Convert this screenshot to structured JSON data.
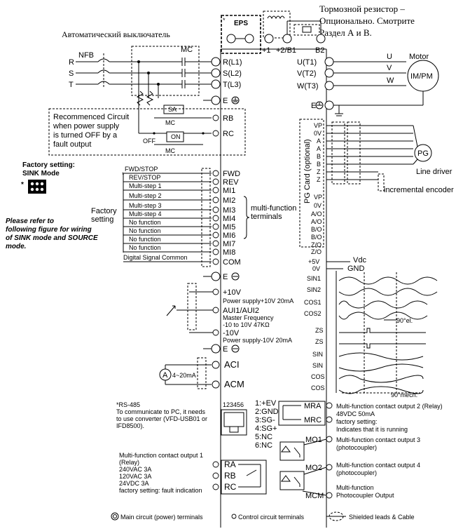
{
  "annotations": {
    "brake_resistor": [
      "Тормозной резистор –",
      "Опционально. Смотрите",
      "Раздел А и В."
    ],
    "breaker_label": "Автоматический выключатель"
  },
  "power_input": {
    "phases": [
      "R",
      "S",
      "T"
    ],
    "nfb": "NFB",
    "mc": "MC",
    "terminals": [
      "R(L1)",
      "S(L2)",
      "T(L3)"
    ],
    "ground": "E"
  },
  "recommended_circuit": {
    "text": [
      "Recommenced Circuit",
      "when power supply",
      "is turned OFF by a",
      "fault output"
    ],
    "sa": "SA",
    "mc": "MC",
    "off": "OFF",
    "on": "ON",
    "terminals": [
      "RB",
      "RC"
    ]
  },
  "brake": {
    "eps": "EPS",
    "terminals": [
      "+1",
      "+2/B1",
      "B2"
    ]
  },
  "motor": {
    "outputs": [
      "U(T1)",
      "V(T2)",
      "W(T3)"
    ],
    "letters": [
      "U",
      "V",
      "W"
    ],
    "title": "Motor",
    "type": "IM/PM"
  },
  "pg_card": {
    "title": "PG Card (optional)",
    "terminals_top": [
      "VP",
      "0V",
      "A",
      "A",
      "B",
      "B",
      "Z",
      "Z"
    ],
    "terminals_bottom": [
      "VP",
      "0V",
      "A/O",
      "A/O",
      "B/O",
      "B/O",
      "Z/O",
      "Z/O"
    ],
    "pg": "PG",
    "line_driver": "Line driver",
    "encoder": "incremental encoder"
  },
  "sink_mode": {
    "title": [
      "Factory setting:",
      "SINK Mode"
    ],
    "star": "*",
    "note": [
      "Please refer to",
      "following figure for wiring",
      "of SINK mode and SOURCE",
      "mode."
    ]
  },
  "digital_inputs": {
    "functions": [
      "FWD/STOP",
      "REV/STOP",
      "Multi-step 1",
      "Multi-step 2",
      "Multi-step 3",
      "Multi-step 4",
      "No function",
      "No function",
      "No function",
      "No function",
      "Digital Signal Common"
    ],
    "terminals": [
      "FWD",
      "REV",
      "MI1",
      "MI2",
      "MI3",
      "MI4",
      "MI5",
      "MI6",
      "MI7",
      "MI8",
      "COM"
    ],
    "factory_setting": [
      "Factory",
      "setting"
    ],
    "multifunction": [
      "multi-function",
      "terminals"
    ],
    "star": "*"
  },
  "analog": {
    "plus10v": "+10V",
    "plus10v_desc": "Power supply+10V 20mA",
    "aui": "AUI1/AUI2",
    "aui_desc": [
      "Master Frequency",
      "-10 to 10V 47KΩ"
    ],
    "minus10v": "-10V",
    "minus10v_desc": "Power supply-10V 20mA",
    "aci": "ACI",
    "acm": "ACM",
    "ammeter": "A",
    "ma_range": "4~20mA",
    "ground": "E"
  },
  "encoder_sin": {
    "terminals": [
      "+5V",
      "0V",
      "SIN1",
      "SIN2",
      "COS1",
      "COS2",
      "ZS",
      "ZS",
      "SIN",
      "SIN",
      "COS",
      "COS"
    ],
    "vdc": "Vdc",
    "gnd": "GND",
    "el": "90°el.",
    "mech": "90°mech."
  },
  "rs485": {
    "title": [
      "*RS-485",
      "To communicate to PC, it needs",
      "to use converter (VFD-USB01 or",
      "IFD8500)."
    ],
    "pins": "123456",
    "signals": [
      "1:+EV",
      "2:GND",
      "3:SG-",
      "4:SG+",
      "5:NC",
      "6:NC"
    ]
  },
  "relay1": {
    "text": [
      "Multi-function contact output 1",
      "(Relay)",
      "240VAC 3A",
      "120VAC 3A",
      "24VDC 3A",
      "factory setting: fault indication"
    ],
    "terminals": [
      "RA",
      "RB",
      "RC"
    ]
  },
  "outputs": {
    "mra": "MRA",
    "mrc": "MRC",
    "mra_text": [
      "Multi-function contact output 2 (Relay)",
      "48VDC 50mA",
      "factory setting:",
      "Indicates that it is running"
    ],
    "mo1": "MO1",
    "mo1_text": [
      "Multi-function contact output 3",
      "(photocoupler)"
    ],
    "mo2": "MO2",
    "mo2_text": [
      "Multi-function contact output 4",
      "(photocoupler)"
    ],
    "mcm": "MCM",
    "mcm_text": [
      "Multi-function",
      "Photocoupler Output"
    ]
  },
  "legend": {
    "main": "Main circuit (power) terminals",
    "control": "Control circuit terminals",
    "shield": "Shielded leads & Cable"
  }
}
